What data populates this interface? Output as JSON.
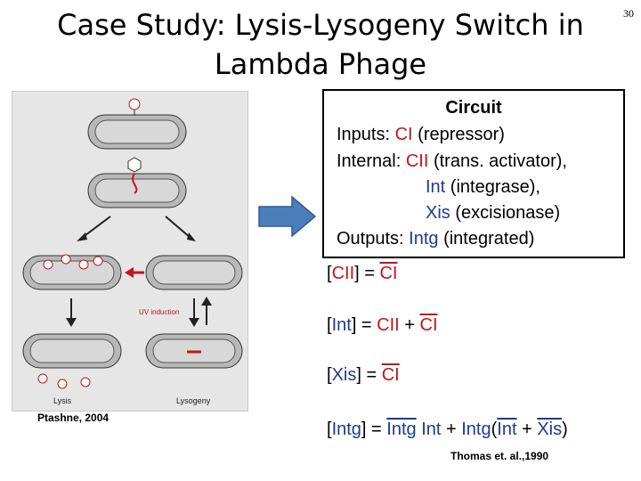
{
  "slide": {
    "title": "Case Study: Lysis-Lysogeny Switch in Lambda Phage",
    "number": "30"
  },
  "figure": {
    "credit": "Ptashne, 2004",
    "uv_label": "UV induction",
    "lysis_label": "Lysis",
    "lysogeny_label": "Lysogeny"
  },
  "circuit": {
    "title": "Circuit",
    "inputs_prefix": "Inputs: ",
    "inputs_species": "CI",
    "inputs_desc": " (repressor)",
    "internal_prefix": "Internal: ",
    "internal_1_species": "CII",
    "internal_1_desc": " (trans. activator),",
    "internal_2_species": "Int",
    "internal_2_desc": " (integrase),",
    "internal_3_species": "Xis",
    "internal_3_desc": " (excisionase)",
    "outputs_prefix": "Outputs: ",
    "outputs_species": "Intg",
    "outputs_desc": " (integrated)"
  },
  "equations": {
    "eq1": {
      "lb": "[",
      "lhs": "CII",
      "rb": "] = ",
      "t1": "CI"
    },
    "eq2": {
      "lb": "[",
      "lhs": "Int",
      "rb": "] = ",
      "t1": "CII",
      "op1": " + ",
      "t2": "CI"
    },
    "eq3": {
      "lb": "[",
      "lhs": "Xis",
      "rb": "] = ",
      "t1": "CI"
    },
    "eq4": {
      "lb": "[",
      "lhs": "Intg",
      "rb": "] = ",
      "t1": "Intg",
      "sp": " ",
      "t2": "Int",
      "op1": " + ",
      "t3": "Intg",
      "p1": "(",
      "t4": "Int",
      "op2": " + ",
      "t5": "Xis",
      "p2": ")"
    }
  },
  "citation": "Thomas et. al.,1990",
  "colors": {
    "red": "#c0161d",
    "blue": "#1f3a93",
    "arrow": "#4a7ebb"
  }
}
